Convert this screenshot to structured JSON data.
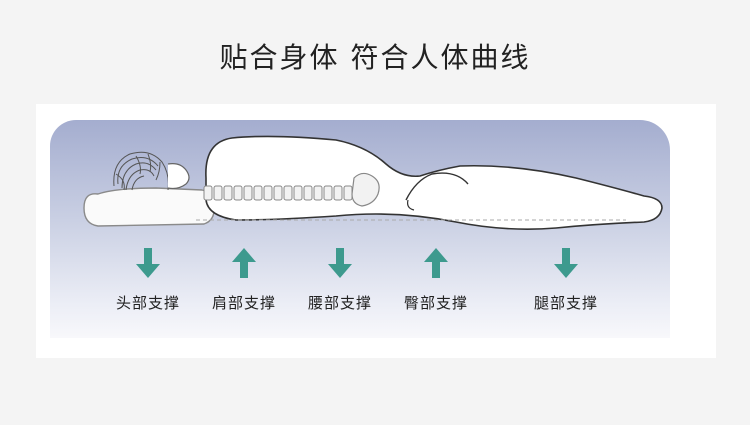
{
  "headline": "贴合身体 符合人体曲线",
  "colors": {
    "arrow": "#3d9a8e",
    "mattress_top": "#a4adcf"
  },
  "supports": [
    {
      "label": "头部支撑",
      "direction": "down"
    },
    {
      "label": "肩部支撑",
      "direction": "up"
    },
    {
      "label": "腰部支撑",
      "direction": "down"
    },
    {
      "label": "臀部支撑",
      "direction": "up"
    },
    {
      "label": "腿部支撑",
      "direction": "down"
    }
  ]
}
